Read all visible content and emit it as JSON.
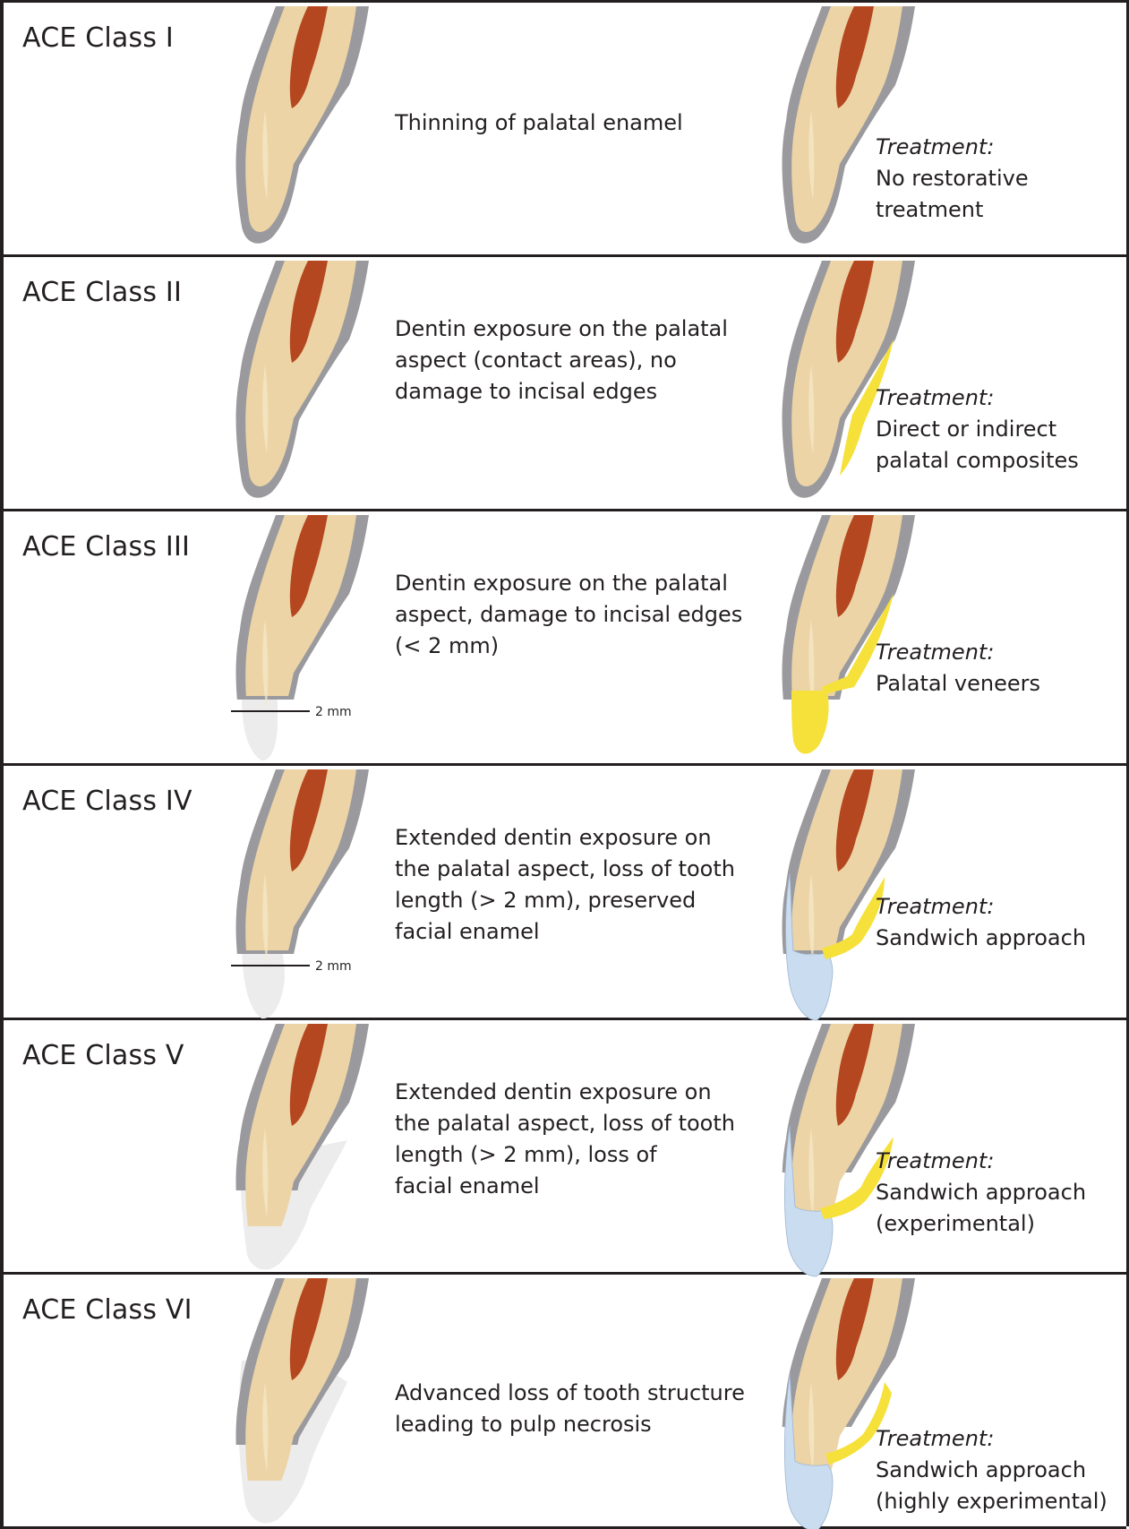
{
  "colors": {
    "enamel": "#9a9a9e",
    "dentin": "#ecd4a6",
    "pulp": "#b4471f",
    "lost_structure": "#ececec",
    "composite": "#f6e03a",
    "facial_restoration": "#c9dcf0",
    "border": "#231f20"
  },
  "rows": [
    {
      "label": "ACE Class I",
      "description": [
        "Thinning of palatal enamel"
      ],
      "treatment_heading": "Treatment:",
      "treatment": [
        "No restorative",
        "treatment"
      ]
    },
    {
      "label": "ACE Class II",
      "description": [
        "Dentin exposure on the palatal",
        "aspect (contact areas), no",
        "damage to incisal edges"
      ],
      "treatment_heading": "Treatment:",
      "treatment": [
        "Direct or indirect",
        "palatal composites"
      ]
    },
    {
      "label": "ACE Class III",
      "description": [
        "Dentin exposure on the palatal",
        "aspect, damage to incisal edges",
        "(< 2 mm)"
      ],
      "treatment_heading": "Treatment:",
      "treatment": [
        "Palatal veneers"
      ],
      "measure": "2 mm"
    },
    {
      "label": "ACE Class IV",
      "description": [
        "Extended dentin exposure on",
        "the palatal aspect, loss of tooth",
        "length (> 2 mm), preserved",
        "facial enamel"
      ],
      "treatment_heading": "Treatment:",
      "treatment": [
        "Sandwich approach"
      ],
      "measure": "2 mm"
    },
    {
      "label": "ACE Class V",
      "description": [
        "Extended dentin exposure on",
        "the palatal aspect, loss of tooth",
        "length (> 2 mm), loss of",
        "facial enamel"
      ],
      "treatment_heading": "Treatment:",
      "treatment": [
        "Sandwich approach",
        "(experimental)"
      ]
    },
    {
      "label": "ACE Class VI",
      "description": [
        "Advanced loss of tooth structure",
        "leading to pulp necrosis"
      ],
      "treatment_heading": "Treatment:",
      "treatment": [
        "Sandwich approach",
        "(highly experimental)"
      ]
    }
  ]
}
